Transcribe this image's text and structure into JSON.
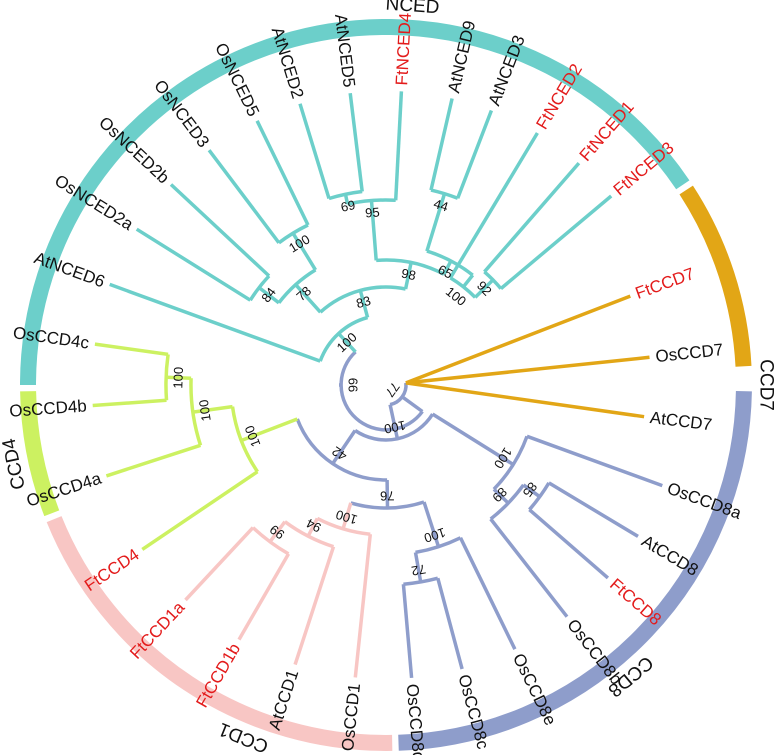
{
  "colors": {
    "NCED": "#6ccfca",
    "CCD7": "#e2a616",
    "CCD8": "#8e9dcb",
    "CCD1": "#f8c6c4",
    "CCD4": "#ccf161",
    "leaf_highlight": "#e31b1b",
    "leaf_default": "#111111"
  },
  "groups": [
    {
      "id": "NCED",
      "label": "NCED"
    },
    {
      "id": "CCD7",
      "label": "CCD7"
    },
    {
      "id": "CCD8",
      "label": "CCD8"
    },
    {
      "id": "CCD1",
      "label": "CCD1"
    },
    {
      "id": "CCD4",
      "label": "CCD4"
    }
  ],
  "leaves": [
    {
      "label": "FtCCD7",
      "group": "CCD7",
      "highlight": true
    },
    {
      "label": "OsCCD7",
      "group": "CCD7",
      "highlight": false
    },
    {
      "label": "AtCCD7",
      "group": "CCD7",
      "highlight": false
    },
    {
      "label": "OsCCD8a",
      "group": "CCD8",
      "highlight": false
    },
    {
      "label": "AtCCD8",
      "group": "CCD8",
      "highlight": false
    },
    {
      "label": "FtCCD8",
      "group": "CCD8",
      "highlight": true
    },
    {
      "label": "OsCCD8b",
      "group": "CCD8",
      "highlight": false
    },
    {
      "label": "OsCCD8e",
      "group": "CCD8",
      "highlight": false
    },
    {
      "label": "OsCCD8c",
      "group": "CCD8",
      "highlight": false
    },
    {
      "label": "OsCCD8d",
      "group": "CCD8",
      "highlight": false
    },
    {
      "label": "OsCCD1",
      "group": "CCD1",
      "highlight": false
    },
    {
      "label": "AtCCD1",
      "group": "CCD1",
      "highlight": false
    },
    {
      "label": "FtCCD1b",
      "group": "CCD1",
      "highlight": true
    },
    {
      "label": "FtCCD1a",
      "group": "CCD1",
      "highlight": true
    },
    {
      "label": "FtCCD4",
      "group": "CCD4",
      "highlight": true
    },
    {
      "label": "OsCCD4a",
      "group": "CCD4",
      "highlight": false
    },
    {
      "label": "OsCCD4b",
      "group": "CCD4",
      "highlight": false
    },
    {
      "label": "OsCCD4c",
      "group": "CCD4",
      "highlight": false
    },
    {
      "label": "AtNCED6",
      "group": "NCED",
      "highlight": false
    },
    {
      "label": "OsNCED2a",
      "group": "NCED",
      "highlight": false
    },
    {
      "label": "OsNCED2b",
      "group": "NCED",
      "highlight": false
    },
    {
      "label": "OsNCED3",
      "group": "NCED",
      "highlight": false
    },
    {
      "label": "OsNCED5",
      "group": "NCED",
      "highlight": false
    },
    {
      "label": "AtNCED2",
      "group": "NCED",
      "highlight": false
    },
    {
      "label": "AtNCED5",
      "group": "NCED",
      "highlight": false
    },
    {
      "label": "FtNCED4",
      "group": "NCED",
      "highlight": true
    },
    {
      "label": "AtNCED9",
      "group": "NCED",
      "highlight": false
    },
    {
      "label": "AtNCED3",
      "group": "NCED",
      "highlight": false
    },
    {
      "label": "FtNCED2",
      "group": "NCED",
      "highlight": true
    },
    {
      "label": "FtNCED1",
      "group": "NCED",
      "highlight": true
    },
    {
      "label": "FtNCED3",
      "group": "NCED",
      "highlight": true
    }
  ],
  "bootstrap_values": [
    "99",
    "100",
    "77",
    "100",
    "85",
    "89",
    "76",
    "100",
    "72",
    "100",
    "94",
    "99",
    "42",
    "100",
    "100",
    "100",
    "100",
    "83",
    "78",
    "84",
    "100",
    "95",
    "69",
    "98",
    "65",
    "44",
    "100",
    "92"
  ]
}
